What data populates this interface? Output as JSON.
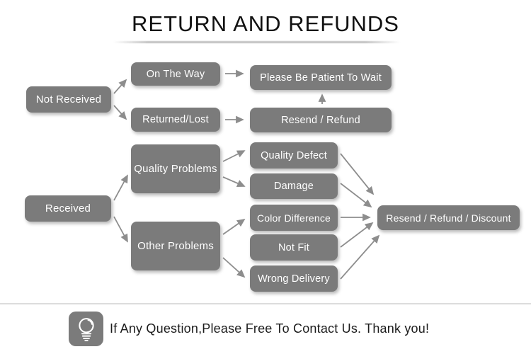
{
  "title": "RETURN AND REFUNDS",
  "colors": {
    "box_bg": "#7b7b7b",
    "arrow_color": "#8d8d8d",
    "text_on_box": "#ffffff",
    "title_color": "#111111",
    "footer_text": "#1c1c1c"
  },
  "nodes": {
    "not_received": "Not Received",
    "on_the_way": "On The Way",
    "returned_lost": "Returned/Lost",
    "please_wait": "Please Be Patient To Wait",
    "resend_refund": "Resend / Refund",
    "received": "Received",
    "quality_problems": "Quality Problems",
    "other_problems": "Other Problems",
    "quality_defect": "Quality Defect",
    "damage": "Damage",
    "color_difference": "Color Difference",
    "not_fit": "Not Fit",
    "wrong_delivery": "Wrong Delivery",
    "resend_refund_discount": "Resend / Refund / Discount"
  },
  "edges": [
    {
      "from": "not_received",
      "to": "on_the_way"
    },
    {
      "from": "not_received",
      "to": "returned_lost"
    },
    {
      "from": "on_the_way",
      "to": "please_wait"
    },
    {
      "from": "returned_lost",
      "to": "resend_refund"
    },
    {
      "from": "resend_refund",
      "to": "please_wait"
    },
    {
      "from": "received",
      "to": "quality_problems"
    },
    {
      "from": "received",
      "to": "other_problems"
    },
    {
      "from": "quality_problems",
      "to": "quality_defect"
    },
    {
      "from": "quality_problems",
      "to": "damage"
    },
    {
      "from": "other_problems",
      "to": "color_difference"
    },
    {
      "from": "other_problems",
      "to": "wrong_delivery"
    },
    {
      "from": "quality_defect",
      "to": "resend_refund_discount"
    },
    {
      "from": "damage",
      "to": "resend_refund_discount"
    },
    {
      "from": "color_difference",
      "to": "resend_refund_discount"
    },
    {
      "from": "not_fit",
      "to": "resend_refund_discount"
    },
    {
      "from": "wrong_delivery",
      "to": "resend_refund_discount"
    }
  ],
  "footer": {
    "icon": "lightbulb-icon",
    "message": "If Any Question,Please Free To Contact Us. Thank you!"
  }
}
